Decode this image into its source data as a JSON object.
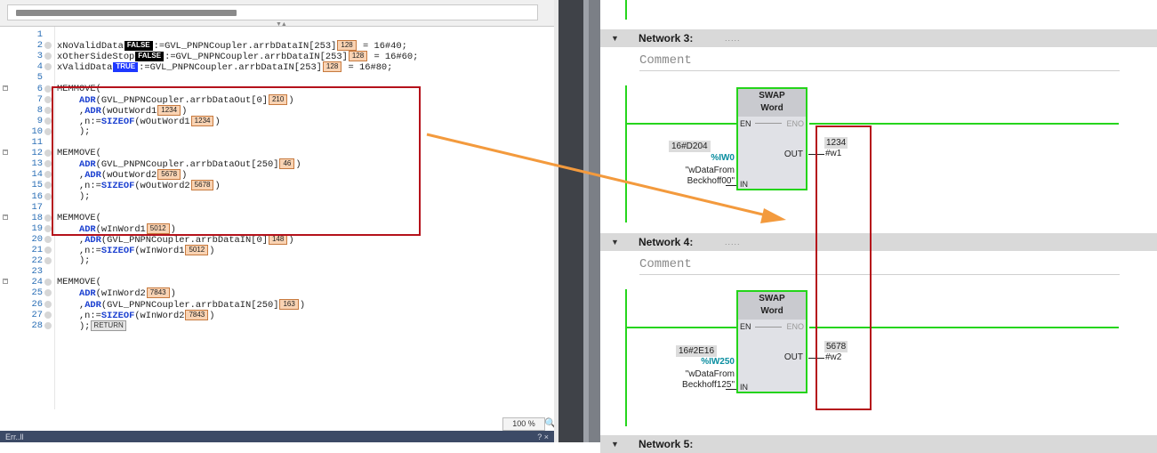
{
  "editor": {
    "lines": [
      {
        "n": "1",
        "html": ""
      },
      {
        "n": "2",
        "html": "xNoValidData<span class='monF'>FALSE</span>:=GVL_PNPNCoupler.arrbDataIN[253]<span class='mon'>128</span> = 16#40;"
      },
      {
        "n": "3",
        "html": "xOtherSideStop<span class='monF'>FALSE</span>:=GVL_PNPNCoupler.arrbDataIN[253]<span class='mon'>128</span> = 16#60;"
      },
      {
        "n": "4",
        "html": "xValidData<span class='monT'>TRUE</span>:=GVL_PNPNCoupler.arrbDataIN[253]<span class='mon'>128</span> = 16#80;"
      },
      {
        "n": "5",
        "html": ""
      },
      {
        "n": "6",
        "html": "MEMMOVE(",
        "fold": true
      },
      {
        "n": "7",
        "html": "    <span class='kw'>ADR</span>(GVL_PNPNCoupler.arrbDataOut[0]<span class='mon'>210</span>)"
      },
      {
        "n": "8",
        "html": "    ,<span class='kw'>ADR</span>(wOutWord1<span class='mon'>1234</span>)"
      },
      {
        "n": "9",
        "html": "    ,n:=<span class='kw'>SIZEOF</span>(wOutWord1<span class='mon'>1234</span>)"
      },
      {
        "n": "10",
        "html": "    );"
      },
      {
        "n": "11",
        "html": ""
      },
      {
        "n": "12",
        "html": "MEMMOVE(",
        "fold": true
      },
      {
        "n": "13",
        "html": "    <span class='kw'>ADR</span>(GVL_PNPNCoupler.arrbDataOut[250]<span class='mon'>46</span>)"
      },
      {
        "n": "14",
        "html": "    ,<span class='kw'>ADR</span>(wOutWord2<span class='mon'>5678</span>)"
      },
      {
        "n": "15",
        "html": "    ,n:=<span class='kw'>SIZEOF</span>(wOutWord2<span class='mon'>5678</span>)"
      },
      {
        "n": "16",
        "html": "    );"
      },
      {
        "n": "17",
        "html": ""
      },
      {
        "n": "18",
        "html": "MEMMOVE(",
        "fold": true
      },
      {
        "n": "19",
        "html": "    <span class='kw'>ADR</span>(wInWord1<span class='mon'>5012</span>)"
      },
      {
        "n": "20",
        "html": "    ,<span class='kw'>ADR</span>(GVL_PNPNCoupler.arrbDataIN[0]<span class='mon'>148</span>)"
      },
      {
        "n": "21",
        "html": "    ,n:=<span class='kw'>SIZEOF</span>(wInWord1<span class='mon'>5012</span>)"
      },
      {
        "n": "22",
        "html": "    );"
      },
      {
        "n": "23",
        "html": ""
      },
      {
        "n": "24",
        "html": "MEMMOVE(",
        "fold": true
      },
      {
        "n": "25",
        "html": "    <span class='kw'>ADR</span>(wInWord2<span class='mon'>7843</span>)"
      },
      {
        "n": "26",
        "html": "    ,<span class='kw'>ADR</span>(GVL_PNPNCoupler.arrbDataIN[250]<span class='mon'>163</span>)"
      },
      {
        "n": "27",
        "html": "    ,n:=<span class='kw'>SIZEOF</span>(wInWord2<span class='mon'>7843</span>)"
      },
      {
        "n": "28",
        "html": "    );<span class='monR'>RETURN</span>"
      }
    ],
    "zoom": "100 %",
    "bottom_left": "Err..ll",
    "bottom_right": "? ×"
  },
  "networks": [
    {
      "title": "Network 3:",
      "dots": ".....",
      "comment": "Comment",
      "block_name": "SWAP",
      "block_type": "Word",
      "en": "EN",
      "eno": "ENO",
      "out_label": "OUT",
      "in_label": "IN",
      "in_const": "16#D204",
      "in_addr": "%IW0",
      "in_tag_1": "\"wDataFrom",
      "in_tag_2": "Beckhoff00\"",
      "out_value": "1234",
      "out_var": "#w1"
    },
    {
      "title": "Network 4:",
      "dots": ".....",
      "comment": "Comment",
      "block_name": "SWAP",
      "block_type": "Word",
      "en": "EN",
      "eno": "ENO",
      "out_label": "OUT",
      "in_label": "IN",
      "in_const": "16#2E16",
      "in_addr": "%IW250",
      "in_tag_1": "\"wDataFrom",
      "in_tag_2": "Beckhoff125\"",
      "out_value": "5678",
      "out_var": "#w2"
    }
  ],
  "network5": {
    "title": "Network 5:"
  },
  "colors": {
    "accent_green": "#26d51d",
    "highlight_red": "#b5121b",
    "arrow_orange": "#f39a3d",
    "monitor_bg": "#f9d3b3",
    "true_blue": "#1e38ff"
  }
}
